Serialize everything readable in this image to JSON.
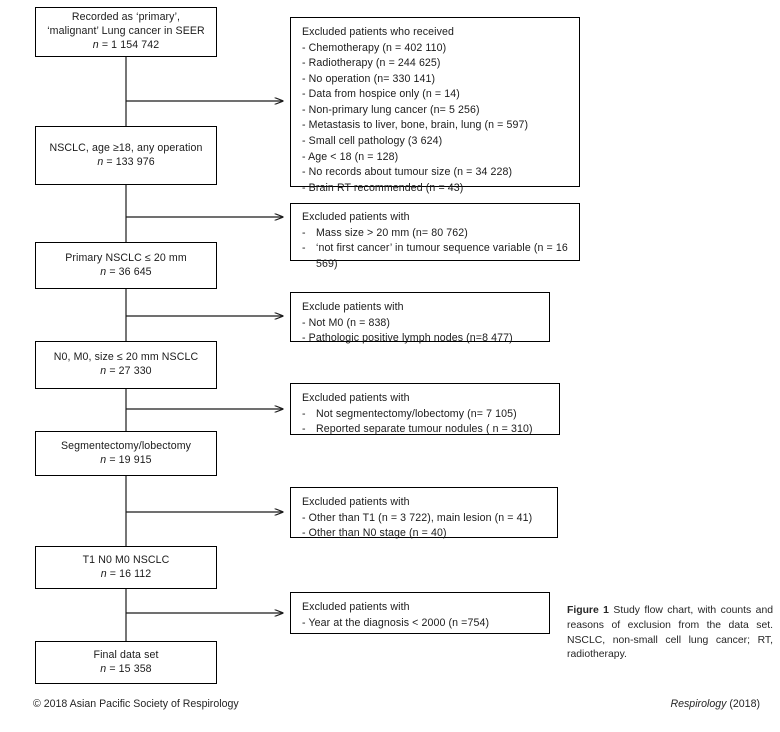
{
  "figure": {
    "caption_label": "Figure 1",
    "caption_text": "Study flow chart, with counts and reasons of exclusion from the data set. NSCLC, non-small cell lung cancer; RT, radiotherapy.",
    "copyright": "© 2018 Asian Pacific Society of Respirology",
    "journal_name": "Respirology",
    "journal_year": "(2018)"
  },
  "flow": {
    "nodes": [
      {
        "id": "node-seer",
        "line1": "Recorded as ‘primary’,",
        "line2": "‘malignant’ Lung cancer in SEER",
        "count_prefix": "n",
        "count_value": "= 1 154 742"
      },
      {
        "id": "node-nsclc-any-operation",
        "line1": "NSCLC, age ≥18, any operation",
        "count_prefix": "n",
        "count_value": "=  133 976"
      },
      {
        "id": "node-primary-20mm",
        "line1": "Primary NSCLC ≤ 20 mm",
        "count_prefix": "n",
        "count_value": "=  36 645"
      },
      {
        "id": "node-n0-m0-20mm",
        "line1": "N0, M0, size ≤ 20 mm NSCLC",
        "count_prefix": "n",
        "count_value": "=  27 330"
      },
      {
        "id": "node-segmentectomy-lobectomy",
        "line1": "Segmentectomy/lobectomy",
        "count_prefix": "n",
        "count_value": "=  19 915"
      },
      {
        "id": "node-t1-n0-m0",
        "line1": "T1 N0 M0 NSCLC",
        "count_prefix": "n",
        "count_value": "=  16 112"
      },
      {
        "id": "node-final-data-set",
        "line1": "Final data set",
        "count_prefix": "n",
        "count_value": "=  15 358"
      }
    ],
    "exclusions": [
      {
        "id": "excl-treatment",
        "title": "Excluded patients who received",
        "items": [
          "- Chemotherapy (n = 402 110)",
          "- Radiotherapy (n = 244 625)",
          "- No operation (n= 330 141)",
          "- Data from hospice only (n = 14)",
          "- Non-primary lung cancer (n= 5 256)",
          "- Metastasis to liver, bone, brain, lung (n = 597)",
          "- Small cell pathology (3 624)",
          "- Age < 18 (n = 128)",
          "- No records about tumour size (n = 34 228)",
          "- Brain RT recommended (n = 43)"
        ]
      },
      {
        "id": "excl-mass-size",
        "title": "Excluded patients with",
        "items": [
          "Mass size > 20 mm (n= 80 762)",
          "‘not first cancer’ in tumour sequence variable (n = 16 569)"
        ]
      },
      {
        "id": "excl-stage",
        "title": "Exclude patients with",
        "items": [
          "- Not M0 (n = 838)",
          "- Pathologic positive lymph nodes (n=8 477)"
        ]
      },
      {
        "id": "excl-surgery-type",
        "title": "Excluded patients with",
        "items": [
          "Not segmentectomy/lobectomy (n= 7 105)",
          "Reported separate tumour nodules ( n = 310)"
        ]
      },
      {
        "id": "excl-t-stage",
        "title": "Excluded patients with",
        "items": [
          "- Other than T1 (n = 3 722), main lesion (n = 41)",
          "- Other than N0 stage (n = 40)"
        ]
      },
      {
        "id": "excl-year",
        "title": "Excluded patients with",
        "items": [
          "- Year at the diagnosis < 2000 (n =754)"
        ]
      }
    ]
  },
  "chart_data": {
    "type": "flow-diagram",
    "title": "Study flow chart",
    "stages": [
      {
        "label": "Recorded as 'primary', 'malignant' Lung cancer in SEER",
        "n": 1154742
      },
      {
        "label": "NSCLC, age ≥18, any operation",
        "n": 133976
      },
      {
        "label": "Primary NSCLC ≤ 20 mm",
        "n": 36645
      },
      {
        "label": "N0, M0, size ≤ 20 mm NSCLC",
        "n": 27330
      },
      {
        "label": "Segmentectomy/lobectomy",
        "n": 19915
      },
      {
        "label": "T1 N0 M0 NSCLC",
        "n": 16112
      },
      {
        "label": "Final data set",
        "n": 15358
      }
    ],
    "exclusions_between_stages": [
      {
        "after_stage": 0,
        "reasons": [
          {
            "reason": "Chemotherapy",
            "n": 402110
          },
          {
            "reason": "Radiotherapy",
            "n": 244625
          },
          {
            "reason": "No operation",
            "n": 330141
          },
          {
            "reason": "Data from hospice only",
            "n": 14
          },
          {
            "reason": "Non-primary lung cancer",
            "n": 5256
          },
          {
            "reason": "Metastasis to liver, bone, brain, lung",
            "n": 597
          },
          {
            "reason": "Small cell pathology",
            "n": 3624
          },
          {
            "reason": "Age < 18",
            "n": 128
          },
          {
            "reason": "No records about tumour size",
            "n": 34228
          },
          {
            "reason": "Brain RT recommended",
            "n": 43
          }
        ]
      },
      {
        "after_stage": 1,
        "reasons": [
          {
            "reason": "Mass size > 20 mm",
            "n": 80762
          },
          {
            "reason": "'not first cancer' in tumour sequence variable",
            "n": 16569
          }
        ]
      },
      {
        "after_stage": 2,
        "reasons": [
          {
            "reason": "Not M0",
            "n": 838
          },
          {
            "reason": "Pathologic positive lymph nodes",
            "n": 8477
          }
        ]
      },
      {
        "after_stage": 3,
        "reasons": [
          {
            "reason": "Not segmentectomy/lobectomy",
            "n": 7105
          },
          {
            "reason": "Reported separate tumour nodules",
            "n": 310
          }
        ]
      },
      {
        "after_stage": 4,
        "reasons": [
          {
            "reason": "Other than T1",
            "n": 3722
          },
          {
            "reason": "main lesion",
            "n": 41
          },
          {
            "reason": "Other than N0 stage",
            "n": 40
          }
        ]
      },
      {
        "after_stage": 5,
        "reasons": [
          {
            "reason": "Year at the diagnosis < 2000",
            "n": 754
          }
        ]
      }
    ]
  }
}
